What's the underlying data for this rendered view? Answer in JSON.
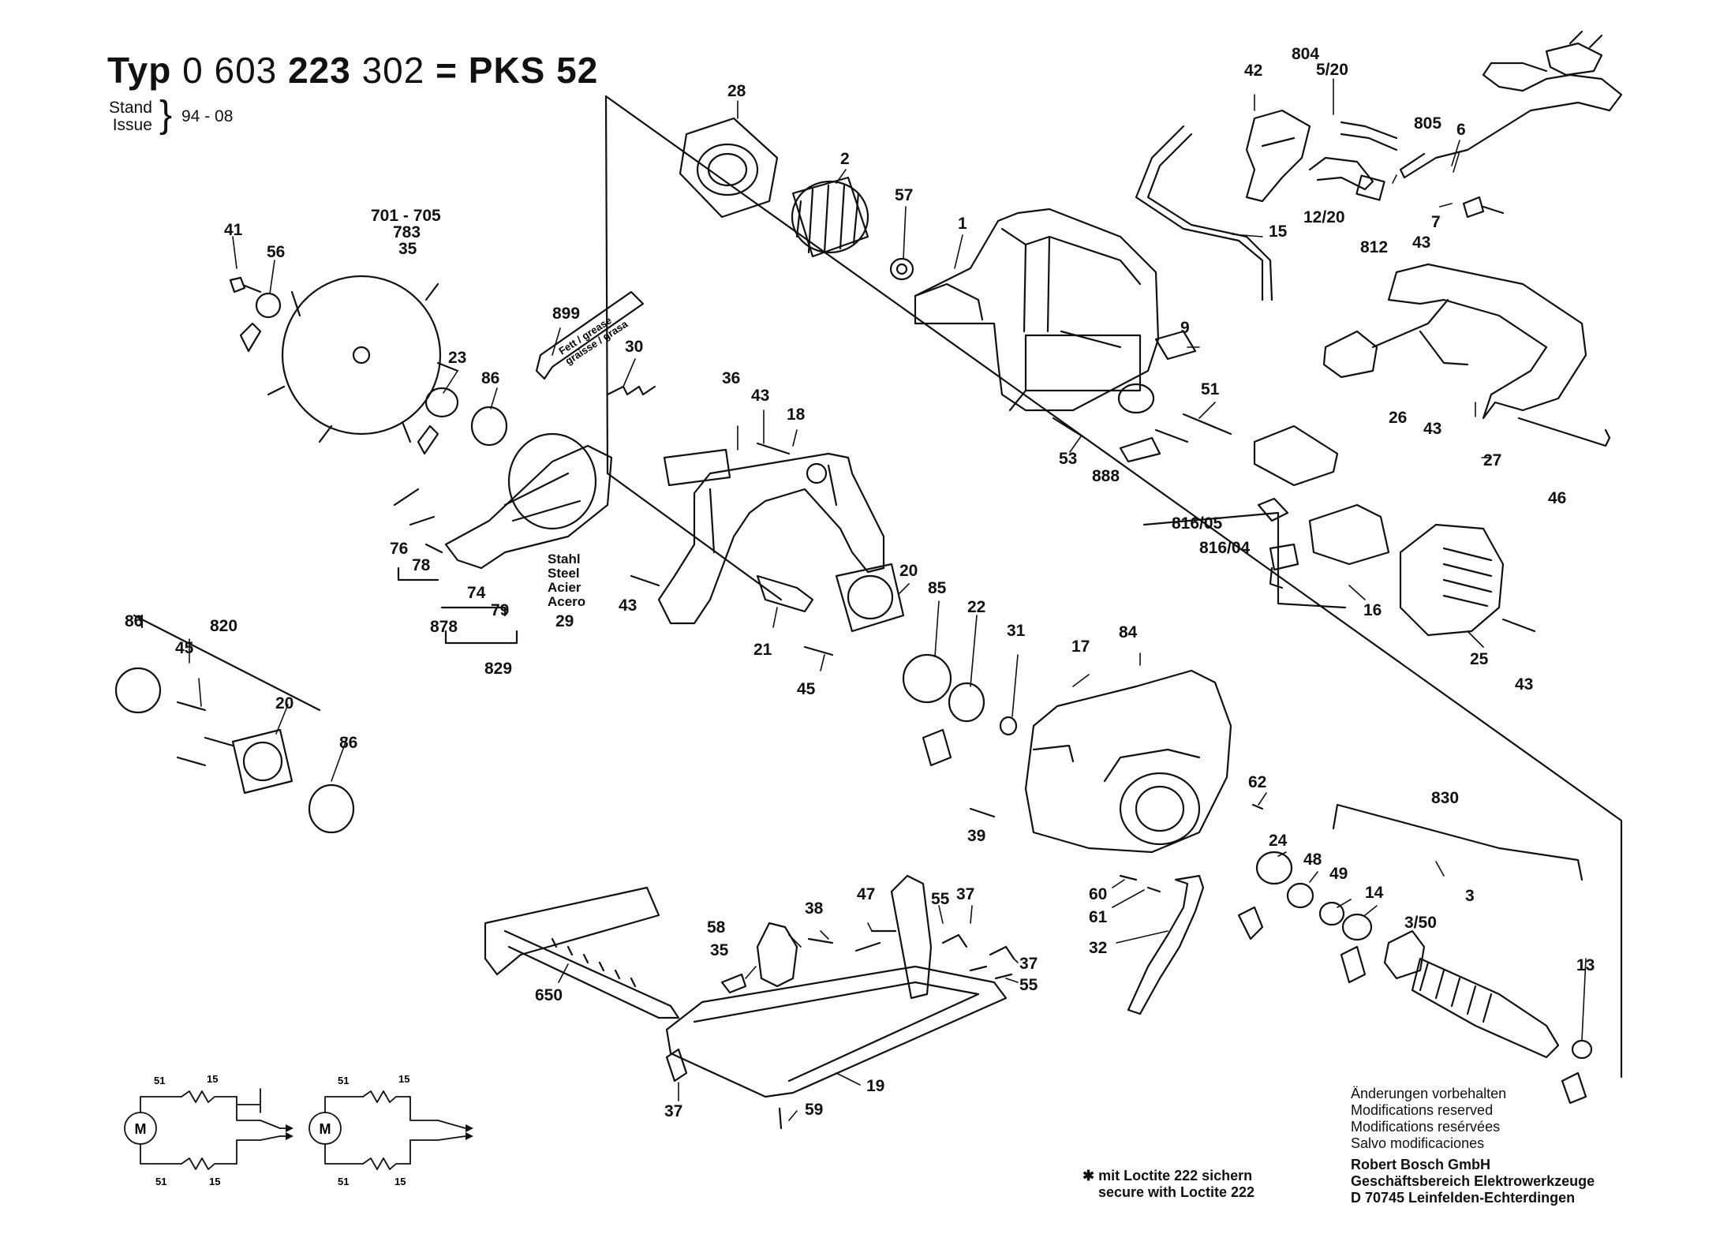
{
  "header": {
    "typ_label": "Typ",
    "typ_number_a": "0 603",
    "typ_number_b": "223",
    "typ_number_c": "302",
    "equals_model": "= PKS 52",
    "stand_label": "Stand",
    "issue_label": "Issue",
    "issue_value": "94 - 08"
  },
  "part_numbers": {
    "p28": "28",
    "p2": "2",
    "p57": "57",
    "p1": "1",
    "p42": "42",
    "p804": "804",
    "p5_20": "5/20",
    "p805": "805",
    "p6": "6",
    "p15": "15",
    "p12_20": "12/20",
    "p7": "7",
    "p43a": "43",
    "p812": "812",
    "p41": "41",
    "p56": "56",
    "p701_705": "701 - 705",
    "p783": "783",
    "p35a": "35",
    "p899": "899",
    "p30": "30",
    "p23": "23",
    "p86": "86",
    "p9": "9",
    "p51": "51",
    "p53": "53",
    "p888": "888",
    "p26": "26",
    "p43b": "43",
    "p27": "27",
    "p46": "46",
    "p36": "36",
    "p43c": "43",
    "p18": "18",
    "p816_05": "816/05",
    "p816_04": "816/04",
    "p16": "16",
    "p25": "25",
    "p43d": "43",
    "p76": "76",
    "p78": "78",
    "p79": "79",
    "p74": "74",
    "p878": "878",
    "p829": "829",
    "p29": "29",
    "p43e": "43",
    "p20a": "20",
    "p85": "85",
    "p22": "22",
    "p31": "31",
    "p21": "21",
    "p45a": "45",
    "p17": "17",
    "p84": "84",
    "p86b": "86",
    "p820": "820",
    "p45b": "45",
    "p20b": "20",
    "p86c": "86",
    "p62": "62",
    "p39": "39",
    "p24": "24",
    "p48": "48",
    "p49": "49",
    "p14": "14",
    "p830": "830",
    "p3_50": "3/50",
    "p13": "13",
    "p3": "3",
    "p60": "60",
    "p61": "61",
    "p32": "32",
    "p58": "58",
    "p38": "38",
    "p47": "47",
    "p55a": "55",
    "p37a": "37",
    "p35b": "35",
    "p37b": "37",
    "p55b": "55",
    "p650": "650",
    "p19": "19",
    "p37c": "37",
    "p59": "59"
  },
  "grease_tube_text": [
    "Fett / grease",
    "graisse / grasa"
  ],
  "lubricant_label": [
    "Stahl",
    "Steel",
    "Acier",
    "Acero"
  ],
  "wiring": {
    "motor_symbol": "M",
    "labels_51": "51",
    "labels_15": "15"
  },
  "footnote": {
    "asterisk_line_1": "✱ mit Loctite 222 sichern",
    "asterisk_line_2": "secure with Loctite 222"
  },
  "legal": {
    "changes_de": "Änderungen vorbehalten",
    "changes_en": "Modifications reserved",
    "changes_fr": "Modifications resérvées",
    "changes_es": "Salvo modificaciones",
    "company_1": "Robert Bosch GmbH",
    "company_2": "Geschäftsbereich Elektrowerkzeuge",
    "company_3": "D 70745 Leinfelden-Echterdingen"
  },
  "colors": {
    "ink": "#111111",
    "paper": "#ffffff"
  }
}
